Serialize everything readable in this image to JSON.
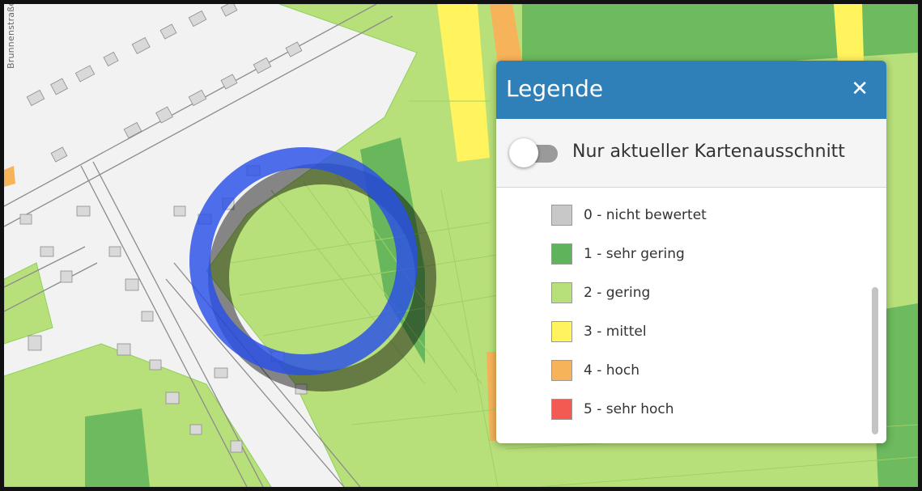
{
  "map": {
    "street_name": "Brunnenstraße",
    "colors": {
      "background": "#f2f2f2",
      "plot_green_light": "#b8e07a",
      "plot_green_dark": "#5fb35a",
      "building_gray": "#d9d9d9",
      "outline_gray": "#8c8c8c",
      "selection_ring": "#2a4fe8"
    }
  },
  "legend": {
    "title": "Legende",
    "close_icon": "close-icon",
    "toggle": {
      "label": "Nur aktueller Kartenausschnitt",
      "state": "off"
    },
    "items": [
      {
        "label": "0 - nicht bewertet",
        "color": "#c8c8c8"
      },
      {
        "label": "1 - sehr gering",
        "color": "#5fb35a"
      },
      {
        "label": "2 - gering",
        "color": "#b8e07a"
      },
      {
        "label": "3 - mittel",
        "color": "#fff35e"
      },
      {
        "label": "4 - hoch",
        "color": "#f7b35a"
      },
      {
        "label": "5 - sehr hoch",
        "color": "#f25a52"
      }
    ]
  }
}
